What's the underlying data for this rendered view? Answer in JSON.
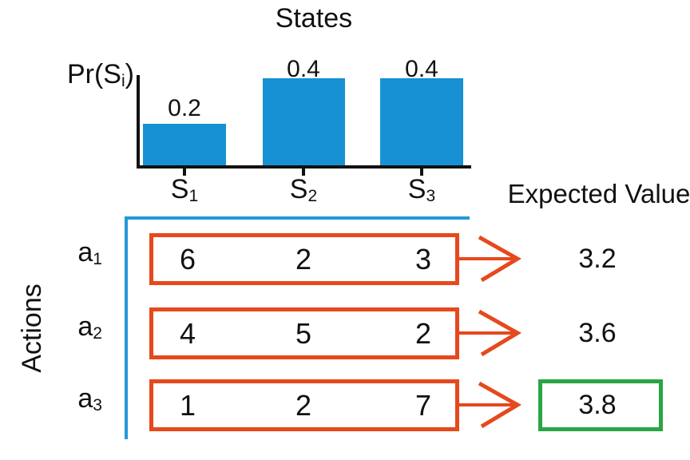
{
  "figure": {
    "states_title": "States",
    "expected_value_header": "Expected Value",
    "actions_axis_label": "Actions",
    "prob_axis_label": {
      "pre": "Pr(S",
      "sub": "i",
      "post": ")"
    }
  },
  "chart_data": {
    "type": "bar",
    "title": "States",
    "ylabel": "Pr(S_i)",
    "categories": [
      "S_1",
      "S_2",
      "S_3"
    ],
    "values": [
      0.2,
      0.4,
      0.4
    ],
    "bar_labels": [
      "0.2",
      "0.4",
      "0.4"
    ],
    "ylim": [
      0,
      0.45
    ],
    "grid": false,
    "legend": "none",
    "bar_color": "#1791d4"
  },
  "states": [
    {
      "base": "S",
      "sub": "1",
      "prob": "0.2"
    },
    {
      "base": "S",
      "sub": "2",
      "prob": "0.4"
    },
    {
      "base": "S",
      "sub": "3",
      "prob": "0.4"
    }
  ],
  "actions": [
    {
      "base": "a",
      "sub": "1",
      "payoffs": [
        "6",
        "2",
        "3"
      ],
      "expected_value": "3.2",
      "is_best": false
    },
    {
      "base": "a",
      "sub": "2",
      "payoffs": [
        "4",
        "5",
        "2"
      ],
      "expected_value": "3.6",
      "is_best": false
    },
    {
      "base": "a",
      "sub": "3",
      "payoffs": [
        "1",
        "2",
        "7"
      ],
      "expected_value": "3.8",
      "is_best": true
    }
  ],
  "colors": {
    "bar_blue": "#1791d4",
    "bracket_blue": "#2498d8",
    "row_box_orange": "#e5491d",
    "best_box_green": "#2aa545",
    "axis_black": "#111111"
  }
}
